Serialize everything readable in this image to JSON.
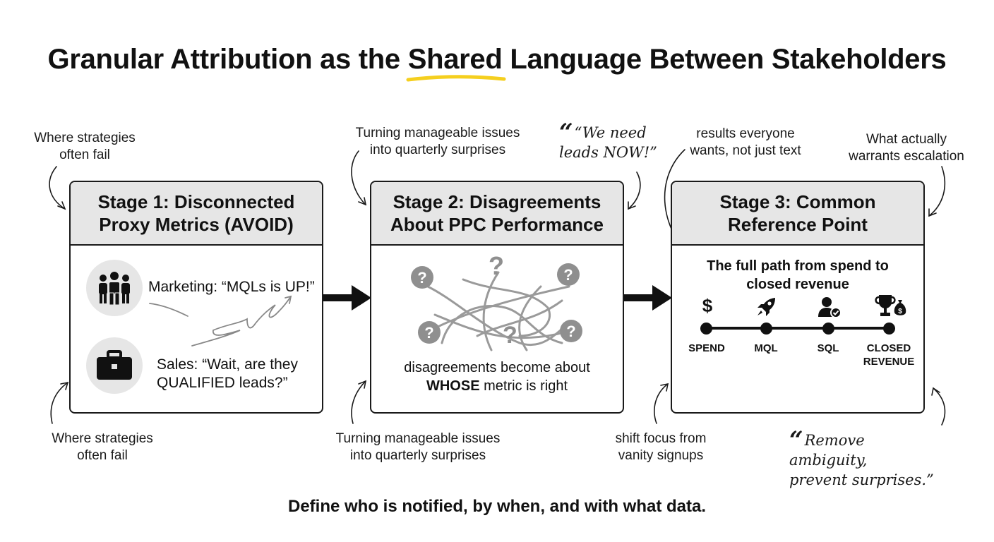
{
  "title": {
    "before": "Granular Attribution as the ",
    "highlight": "Shared",
    "after": " Language Between Stakeholders",
    "highlight_color": "#f5cf1e"
  },
  "annotations": {
    "top_left": "Where strategies\noften fail",
    "bottom_left": "Where strategies\noften fail",
    "top_center": "Turning manageable issues\ninto quarterly surprises",
    "bottom_center": "Turning manageable issues\ninto quarterly surprises",
    "top_right_a": "results everyone\nwants, not just text",
    "top_right_b": "What actually\nwarrants escalation",
    "bottom_right": "shift focus from\nvanity signups"
  },
  "quotes": {
    "top": "“We need\nleads NOW!”",
    "bottom": "Remove ambiguity,\nprevent surprises.”"
  },
  "stages": [
    {
      "title": "Stage 1: Disconnected\nProxy Metrics (AVOID)"
    },
    {
      "title": "Stage 2: Disagreements\nAbout PPC Performance"
    },
    {
      "title": "Stage 3: Common\nReference Point"
    }
  ],
  "stage1": {
    "marketing": "Marketing: “MQLs is UP!”",
    "sales": "Sales: “Wait, are they\nQUALIFIED leads?”",
    "icons": [
      "team-icon",
      "briefcase-icon"
    ]
  },
  "stage2": {
    "question_mark": "?",
    "caption_line1": "disagreements become about",
    "caption_strong": "WHOSE",
    "caption_rest": " metric is right"
  },
  "stage3": {
    "path_title": "The full path from spend to\nclosed revenue",
    "steps": [
      {
        "label": "SPEND",
        "icon": "dollar-icon"
      },
      {
        "label": "MQL",
        "icon": "rocket-icon"
      },
      {
        "label": "SQL",
        "icon": "user-check-icon"
      },
      {
        "label": "CLOSED\nREVENUE",
        "icon": "trophy-moneybag-icon"
      }
    ],
    "dollar_glyph": "$"
  },
  "footer": "Define who is notified, by when, and with what data."
}
